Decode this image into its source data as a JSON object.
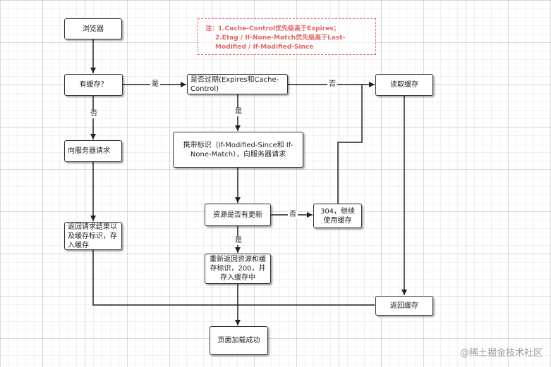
{
  "note": {
    "line1": "注：1.Cache-Control优先级高于Expires；",
    "line2": "2.Etag / If-None-Match优先级高于Last-Modified / If-Modified-Since"
  },
  "nodes": {
    "browser": "浏览器",
    "has_cache": "有缓存？",
    "expired": "是否过期(Expires和Cache-Control)",
    "read_cache": "读取缓存",
    "request_server": "向服务器请求",
    "with_tags": "携带标识（If-Modified-Since和 If-None-Match），向服务器请求",
    "resource_updated": "资源是否有更新",
    "not_modified": "304，继续使用缓存",
    "return_result": "返回请求结果以及缓存标识，存入缓存",
    "return_new": "重新返回资源和缓存标识，200，并存入缓存中",
    "return_cache": "返回缓存",
    "page_loaded": "页面加载成功"
  },
  "edges": {
    "yes": "是",
    "no": "否"
  },
  "colors": {
    "note": "#e06666",
    "line": "#333333"
  },
  "watermark": "@稀土掘金技术社区"
}
